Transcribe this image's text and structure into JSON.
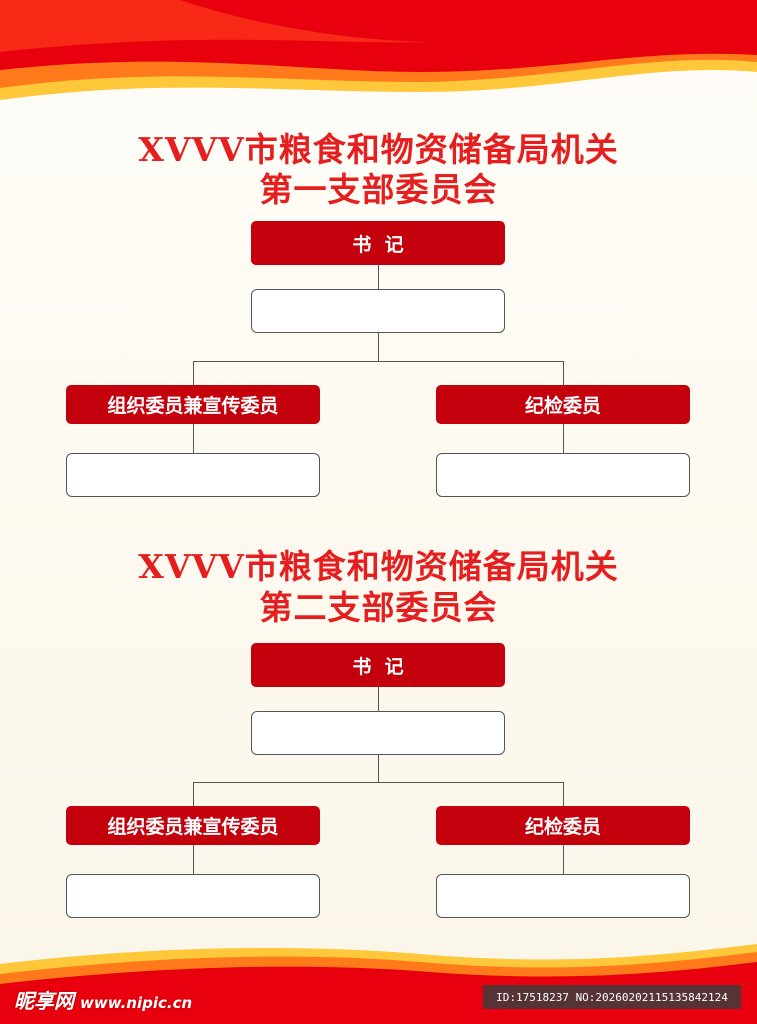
{
  "section1": {
    "title_line1": "XVVV市粮食和物资储备局机关",
    "title_line2": "第一支部委员会",
    "secretary": "书  记",
    "left_member": "组织委员兼宣传委员",
    "right_member": "纪检委员"
  },
  "section2": {
    "title_line1": "XVVV市粮食和物资储备局机关",
    "title_line2": "第二支部委员会",
    "secretary": "书  记",
    "left_member": "组织委员兼宣传委员",
    "right_member": "纪检委员"
  },
  "footer": {
    "logo_text": "昵享网",
    "logo_url": "www.nipic.cn",
    "id_text": "ID:17518237 NO:20260202115135842124"
  },
  "colors": {
    "title_red": "#e51f1f",
    "box_red": "#c4000d",
    "wave_red": "#e8000e",
    "wave_yellow": "#ffc83a"
  }
}
